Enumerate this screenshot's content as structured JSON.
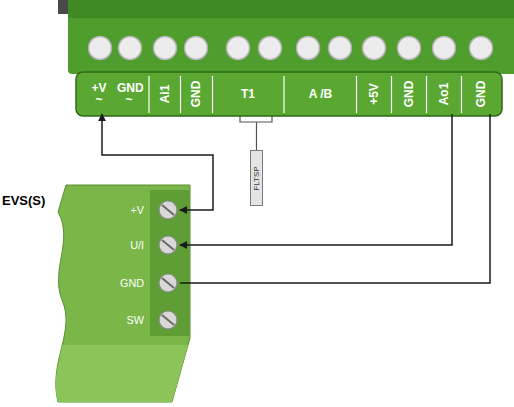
{
  "diagram": {
    "nodes": [
      {
        "text": [
          "+V ~",
          "GND ~"
        ]
      },
      {
        "text": [
          "Ai1"
        ]
      },
      {
        "text": [
          "GND"
        ]
      },
      {
        "text": [
          "T1"
        ]
      },
      {
        "text": [
          "A /B"
        ]
      },
      {
        "text": [
          "+5V"
        ]
      },
      {
        "text": [
          "GND"
        ]
      },
      {
        "text": [
          "Ao1"
        ]
      },
      {
        "text": [
          "GND"
        ]
      },
      {
        "text": [
          "EVS(S)"
        ]
      },
      {
        "text": [
          "+V"
        ],
        "in": 9
      },
      {
        "text": [
          "U/I"
        ],
        "in": 9
      },
      {
        "text": [
          "GND"
        ],
        "in": 9
      },
      {
        "text": [
          "SW"
        ],
        "in": 9
      },
      {
        "text": [
          "FLTSP"
        ]
      }
    ],
    "edges": [
      {
        "from": 0,
        "to": 10,
        "arrow": "both"
      },
      {
        "from": 7,
        "to": 11,
        "arrow": "to"
      },
      {
        "from": 8,
        "to": 12,
        "arrow": "none"
      },
      {
        "from": 3,
        "to": 14,
        "arrow": "none"
      }
    ]
  }
}
